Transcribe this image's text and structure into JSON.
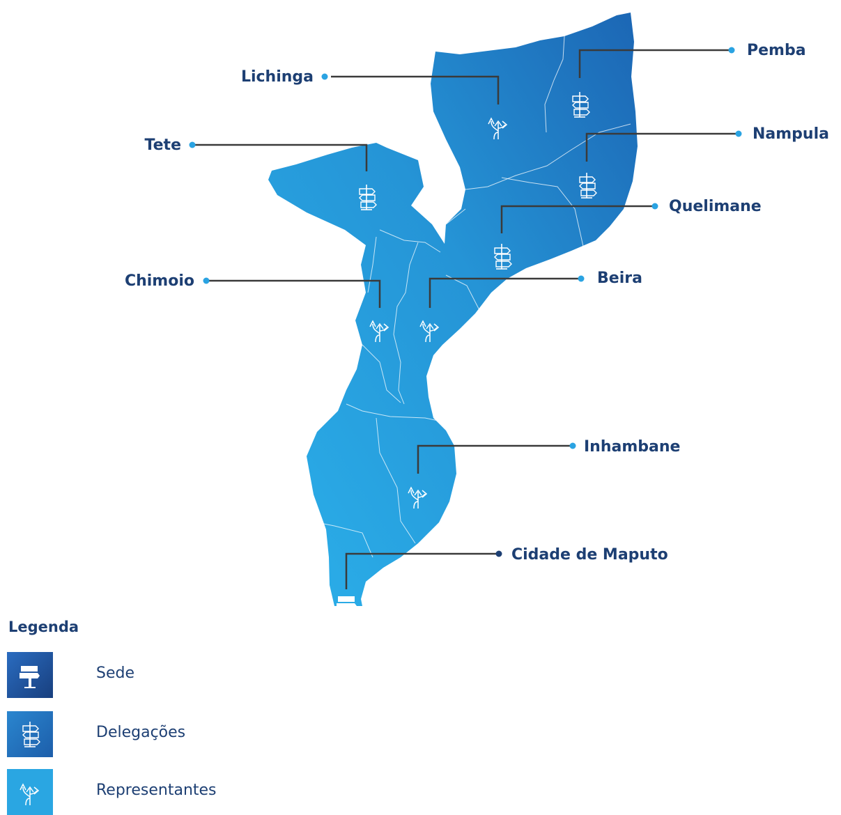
{
  "cities": [
    {
      "id": "pemba",
      "name": "Pemba",
      "kind": "delegacao"
    },
    {
      "id": "lichinga",
      "name": "Lichinga",
      "kind": "representante"
    },
    {
      "id": "tete",
      "name": "Tete",
      "kind": "delegacao"
    },
    {
      "id": "nampula",
      "name": "Nampula",
      "kind": "delegacao"
    },
    {
      "id": "quelimane",
      "name": "Quelimane",
      "kind": "delegacao"
    },
    {
      "id": "chimoio",
      "name": "Chimoio",
      "kind": "representante"
    },
    {
      "id": "beira",
      "name": "Beira",
      "kind": "representante"
    },
    {
      "id": "inhambane",
      "name": "Inhambane",
      "kind": "representante"
    },
    {
      "id": "maputo",
      "name": "Cidade de Maputo",
      "kind": "sede"
    }
  ],
  "legend": {
    "title": "Legenda",
    "items": [
      {
        "label": "Sede",
        "icon": "sede-signpost-icon",
        "color": "#1d4f93"
      },
      {
        "label": "Delegações",
        "icon": "delegacao-signpost-icon",
        "color": "#2473bd"
      },
      {
        "label": "Representantes",
        "icon": "representante-arrows-icon",
        "color": "#2aa3e2"
      }
    ]
  },
  "colors": {
    "map_light": "#2aa6e3",
    "map_dark": "#1d6cb8",
    "label_text": "#1d3f73",
    "leader_line": "#3a3a3a",
    "dot": "#2aa3e2",
    "dot_sede": "#1d3f73"
  }
}
